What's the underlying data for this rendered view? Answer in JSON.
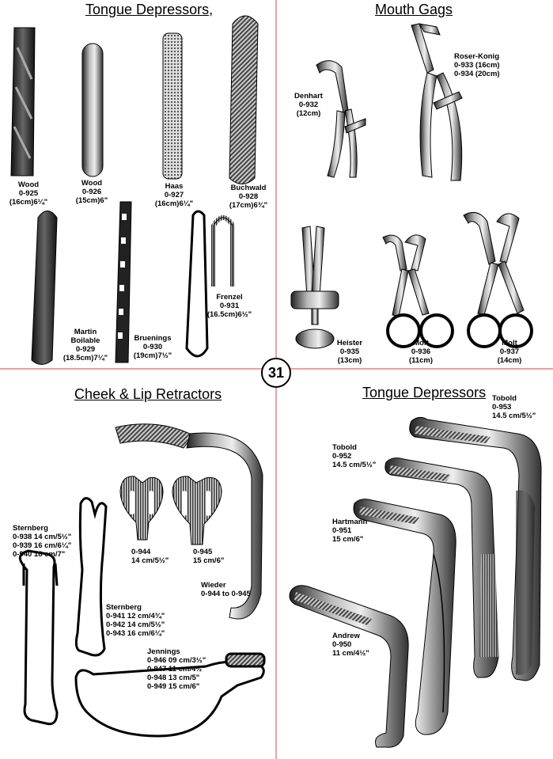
{
  "page_number": "31",
  "sections": {
    "tongue_top": {
      "title": "Tongue Depressors,"
    },
    "mouth_gags": {
      "title": "Mouth Gags"
    },
    "cheek": {
      "title": "Cheek & Lip Retractors"
    },
    "tongue_bottom": {
      "title": "Tongue Depressors"
    }
  },
  "instruments": {
    "wood1": {
      "name": "Wood",
      "code": "0-925",
      "size": "(16cm)6¼\""
    },
    "wood2": {
      "name": "Wood",
      "code": "0-926",
      "size": "(15cm)6\""
    },
    "haas": {
      "name": "Haas",
      "code": "0-927",
      "size": "(16cm)6¼\""
    },
    "buchwald": {
      "name": "Buchwald",
      "code": "0-928",
      "size": "(17cm)6¾\""
    },
    "martin": {
      "name": "Martin",
      "name2": "Boilable",
      "code": "0-929",
      "size": "(18.5cm)7¼\""
    },
    "bruenings": {
      "name": "Bruenings",
      "code": "0-930",
      "size": "(19cm)7½\""
    },
    "frenzel": {
      "name": "Frenzel",
      "code": "0-931",
      "size": "(16.5cm)6½\""
    },
    "denhart": {
      "name": "Denhart",
      "code": "0-932",
      "size": "(12cm)"
    },
    "roser": {
      "name": "Roser-Konig",
      "line1": "0-933 (16cm)",
      "line2": "0-934 (20cm)"
    },
    "heister": {
      "name": "Heister",
      "code": "0-935",
      "size": "(13cm)"
    },
    "molt1": {
      "name": "Molt",
      "code": "0-936",
      "size": "(11cm)"
    },
    "molt2": {
      "name": "Molt",
      "code": "0-937",
      "size": "(14cm)"
    },
    "sternberg1": {
      "name": "Sternberg",
      "line1": "0-938  14 cm/5½\"",
      "line2": "0-939  16 cm/6¼\"",
      "line3": "0-940  18 cm/7\""
    },
    "sternberg2": {
      "name": "Sternberg",
      "line1": "0-941 12 cm/4¾\"",
      "line2": "0-942 14 cm/5½\"",
      "line3": "0-943 16 cm/6¼\""
    },
    "r944": {
      "code": "0-944",
      "size": "14 cm/5½\""
    },
    "r945": {
      "code": "0-945",
      "size": "15 cm/6\""
    },
    "wieder": {
      "name": "Wieder",
      "range": "0-944 to 0-945"
    },
    "jennings": {
      "name": "Jennings",
      "line1": "0-946  09 cm/3½\"",
      "line2": "0-947  11 cm/4½\"",
      "line3": "0-948  13 cm/5\"",
      "line4": "0-949  15 cm/6\""
    },
    "tobold1": {
      "name": "Tobold",
      "code": "0-953",
      "size": "14.5 cm/5½\""
    },
    "tobold2": {
      "name": "Tobold",
      "code": "0-952",
      "size": "14.5 cm/5½\""
    },
    "hartmann": {
      "name": "Hartmann",
      "code": "0-951",
      "size": "15 cm/6\""
    },
    "andrew": {
      "name": "Andrew",
      "code": "0-950",
      "size": "11 cm/4½\""
    }
  }
}
